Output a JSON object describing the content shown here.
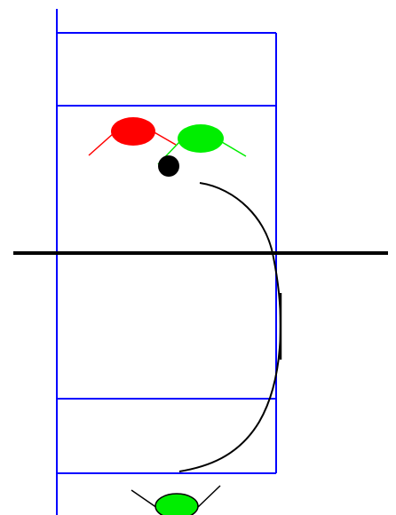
{
  "colors": {
    "background": "#ffffff",
    "court_lines": "#0000ff",
    "center_line": "#000000",
    "path": "#000000",
    "player_red": "#ff0000",
    "player_green": "#00ee00",
    "ball": "#000000"
  },
  "elements": [
    "court-left-line",
    "court-top-line",
    "court-top-service-line",
    "court-right-line",
    "net-line",
    "court-bottom-service-line",
    "court-bottom-line",
    "ball-path",
    "ball-path-tick",
    "player-red",
    "player-green-top",
    "player-green-bottom",
    "ball"
  ]
}
